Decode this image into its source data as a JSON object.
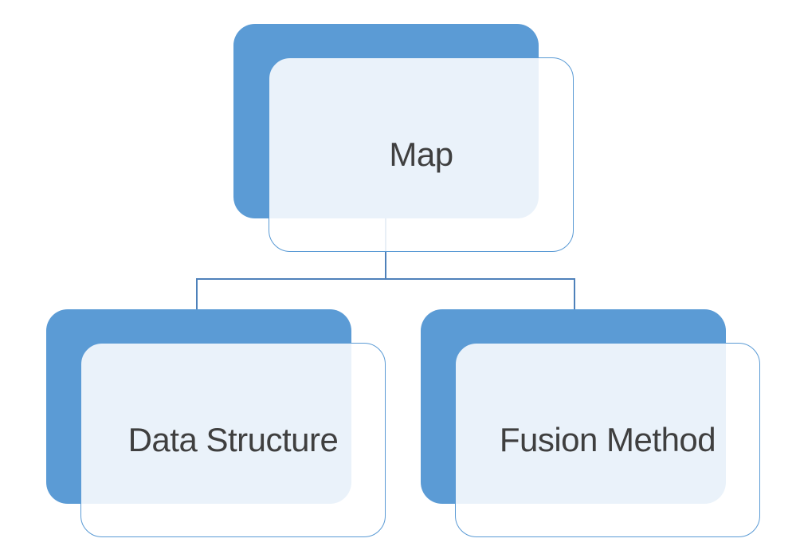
{
  "diagram": {
    "type": "hierarchy",
    "nodes": [
      {
        "id": "map",
        "label": "Map",
        "level": 1
      },
      {
        "id": "data-structure",
        "label": "Data Structure",
        "level": 2,
        "parent": "map"
      },
      {
        "id": "fusion-method",
        "label": "Fusion Method",
        "level": 2,
        "parent": "map"
      }
    ],
    "edges": [
      {
        "from": "map",
        "to": "data-structure"
      },
      {
        "from": "map",
        "to": "fusion-method"
      }
    ],
    "colors": {
      "accent_blue": "#5b9bd5",
      "overlap_fill": "#ebf2f9",
      "connector_blue": "#4e81ba",
      "text": "#3f3f3f",
      "background": "#ffffff"
    }
  }
}
